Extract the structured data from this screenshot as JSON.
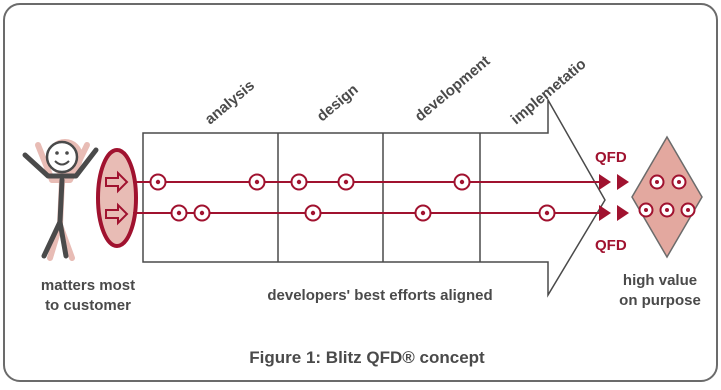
{
  "diagram": {
    "caption": "Figure 1: Blitz QFD® concept",
    "phases": [
      "analysis",
      "design",
      "development",
      "implemetatio"
    ],
    "customer_label": [
      "matters most",
      "to customer"
    ],
    "center_label": "developers' best efforts aligned",
    "value_label": [
      "high value",
      "on purpose"
    ],
    "qfd_labels": [
      "QFD",
      "QFD"
    ],
    "colors": {
      "accent": "#a0122f",
      "accent_fill": "#e8bcb5",
      "diamond_fill": "#e3a89f",
      "stroke": "#4a4a4a",
      "frame": "#6b6b6b"
    }
  }
}
